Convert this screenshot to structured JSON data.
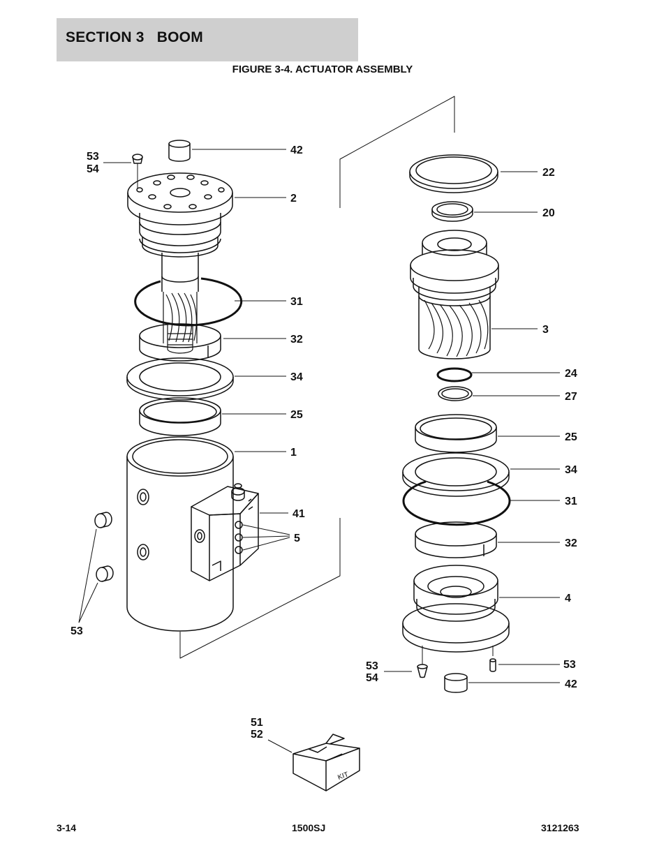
{
  "header": {
    "section": "SECTION 3   BOOM"
  },
  "figure": {
    "title": "FIGURE 3-4. ACTUATOR ASSEMBLY"
  },
  "callouts": {
    "left_53_top": "53",
    "left_54_top": "54",
    "left_42": "42",
    "left_2": "2",
    "left_31": "31",
    "left_32": "32",
    "left_34": "34",
    "left_25": "25",
    "left_1": "1",
    "left_41": "41",
    "left_5": "5",
    "left_53_bottom": "53",
    "right_22": "22",
    "right_20": "20",
    "right_3": "3",
    "right_24": "24",
    "right_27": "27",
    "right_25": "25",
    "right_34": "34",
    "right_31": "31",
    "right_32": "32",
    "right_4": "4",
    "right_53_a": "53",
    "right_54": "54",
    "right_53_b": "53",
    "right_42": "42",
    "kit_51": "51",
    "kit_52": "52",
    "kit_label": "KIT"
  },
  "footer": {
    "page": "3-14",
    "model": "1500SJ",
    "doc": "3121263"
  }
}
